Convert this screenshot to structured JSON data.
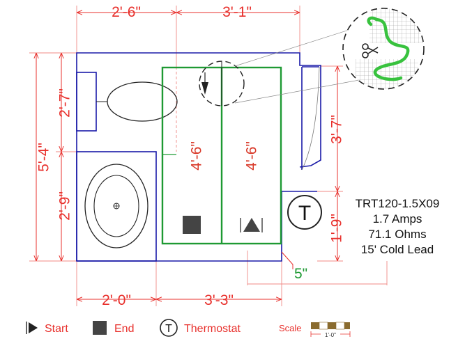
{
  "dimensions": {
    "top_left": "2'-6\"",
    "top_right": "3'-1\"",
    "left_overall": "5'-4\"",
    "left_upper": "2'-7\"",
    "left_lower": "2'-9\"",
    "right_upper": "3'-7\"",
    "right_lower": "1'-9\"",
    "bottom_left": "2'-0\"",
    "bottom_right": "3'-3\"",
    "offset": "5\""
  },
  "zones": {
    "left_length": "4'-6\"",
    "right_length": "4'-6\""
  },
  "thermostat_symbol": "T",
  "spec": {
    "model": "TRT120-1.5X09",
    "amps": "1.7 Amps",
    "ohms": "71.1 Ohms",
    "lead": "15' Cold Lead"
  },
  "legend": {
    "start": "Start",
    "end": "End",
    "thermostat": "Thermostat",
    "thermostat_symbol": "T",
    "scale": "Scale",
    "scale_unit": "1'-0\""
  },
  "colors": {
    "wall": "#1a1aa8",
    "heat_zone": "#1e9a33",
    "dimension": "#e8302c",
    "text": "#111111"
  }
}
